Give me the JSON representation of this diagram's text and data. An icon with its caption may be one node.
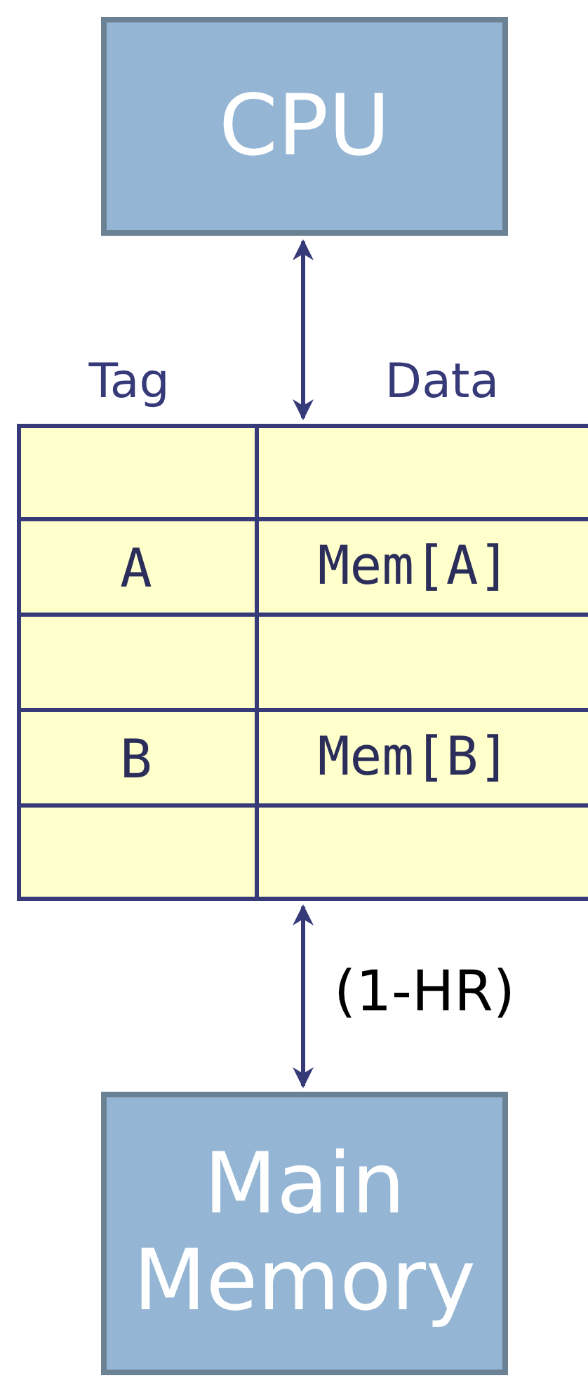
{
  "diagram": {
    "nodes": [
      {
        "text": [
          "CPU"
        ]
      },
      {
        "text": [],
        "shape": "box"
      },
      {
        "text": [
          "Main Memory"
        ]
      }
    ],
    "edges": [
      {
        "from": 0,
        "to": 1,
        "arrow": "both"
      },
      {
        "from": 1,
        "to": 2,
        "arrow": "both",
        "label": "(1-HR)"
      }
    ],
    "labels": [
      "Tag",
      "Data",
      "A",
      "Mem[A]",
      "B",
      "Mem[B]"
    ]
  }
}
